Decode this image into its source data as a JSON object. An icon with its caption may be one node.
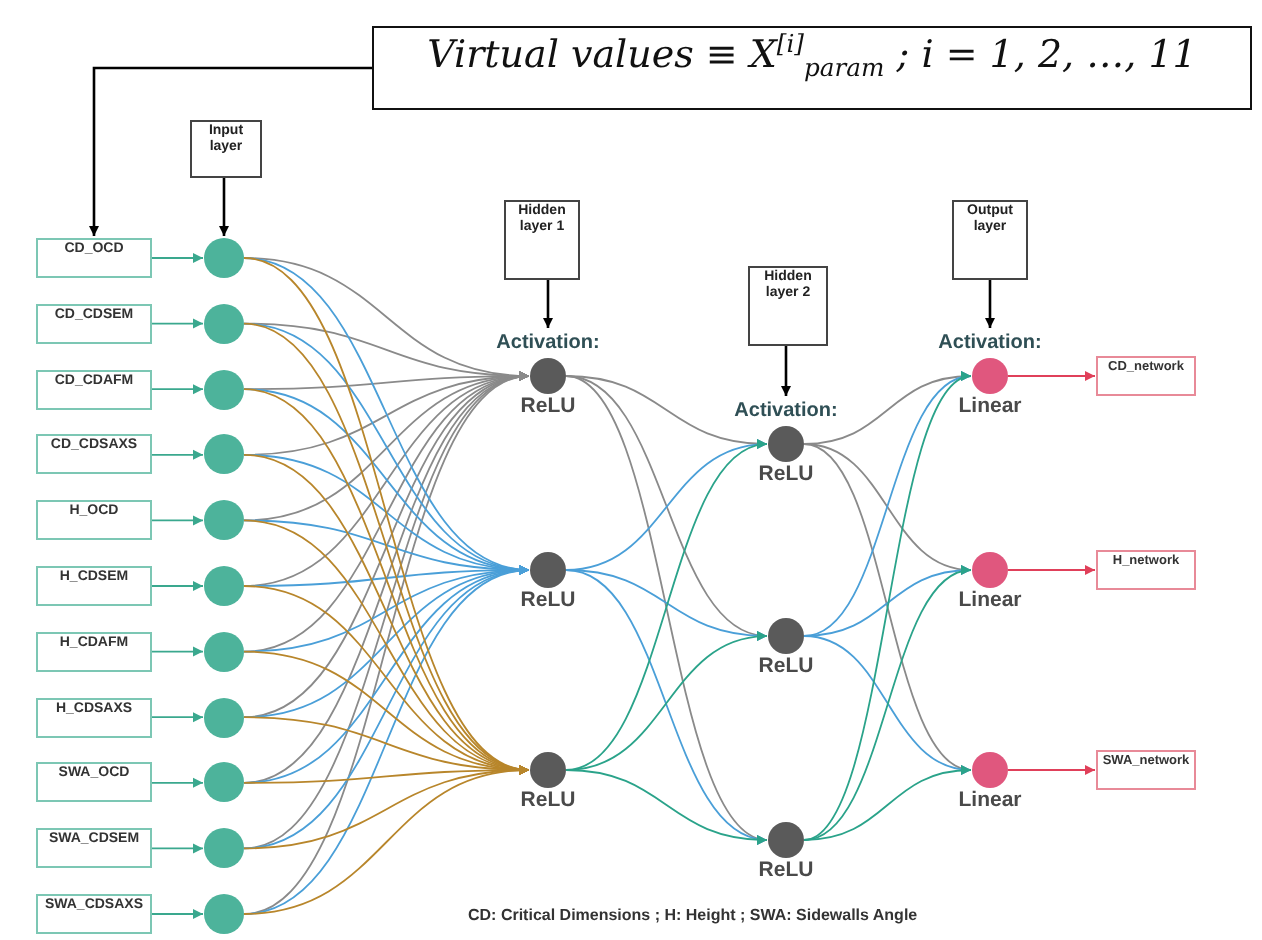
{
  "diagram": {
    "nodes": [
      {
        "text": [
          "Virtual values ≡ X$^{[i]}$$_{param}$ ; i = 1, 2, …, 11"
        ]
      },
      {
        "text": [
          "Input layer"
        ]
      },
      {
        "text": [
          "Hidden layer 1"
        ]
      },
      {
        "text": [
          "Hidden layer 2"
        ]
      },
      {
        "text": [
          "Output layer"
        ]
      },
      {
        "text": [
          "CD_OCD"
        ]
      },
      {
        "text": [
          "CD_CDSEM"
        ]
      },
      {
        "text": [
          "CD_CDAFM"
        ]
      },
      {
        "text": [
          "CD_CDSAXS"
        ]
      },
      {
        "text": [
          "H_OCD"
        ]
      },
      {
        "text": [
          "H_CDSEM"
        ]
      },
      {
        "text": [
          "H_CDAFM"
        ]
      },
      {
        "text": [
          "H_CDSAXS"
        ]
      },
      {
        "text": [
          "SWA_OCD"
        ]
      },
      {
        "text": [
          "SWA_CDSEM"
        ]
      },
      {
        "text": [
          "SWA_CDSAXS"
        ]
      },
      {
        "text": [],
        "shape": "circle"
      },
      {
        "text": [],
        "shape": "circle"
      },
      {
        "text": [],
        "shape": "circle"
      },
      {
        "text": [],
        "shape": "circle"
      },
      {
        "text": [],
        "shape": "circle"
      },
      {
        "text": [],
        "shape": "circle"
      },
      {
        "text": [],
        "shape": "circle"
      },
      {
        "text": [],
        "shape": "circle"
      },
      {
        "text": [],
        "shape": "circle"
      },
      {
        "text": [],
        "shape": "circle"
      },
      {
        "text": [],
        "shape": "circle"
      },
      {
        "text": [],
        "shape": "circle",
        "beside": [
          "Activation:",
          "ReLU"
        ]
      },
      {
        "text": [],
        "shape": "circle",
        "beside": [
          "ReLU"
        ]
      },
      {
        "text": [],
        "shape": "circle",
        "beside": [
          "ReLU"
        ]
      },
      {
        "text": [],
        "shape": "circle",
        "beside": [
          "Activation:",
          "ReLU"
        ]
      },
      {
        "text": [],
        "shape": "circle",
        "beside": [
          "ReLU"
        ]
      },
      {
        "text": [],
        "shape": "circle",
        "beside": [
          "ReLU"
        ]
      },
      {
        "text": [],
        "shape": "circle",
        "beside": [
          "Activation:",
          "Linear"
        ]
      },
      {
        "text": [],
        "shape": "circle",
        "beside": [
          "Linear"
        ]
      },
      {
        "text": [],
        "shape": "circle",
        "beside": [
          "Linear"
        ]
      },
      {
        "text": [
          "CD_network"
        ]
      },
      {
        "text": [
          "H_network"
        ]
      },
      {
        "text": [
          "SWA_network"
        ]
      }
    ],
    "edges": [
      {
        "from": 0,
        "to": 5,
        "arrow": "to",
        "color": "#000000"
      },
      {
        "from": 1,
        "to": 16,
        "arrow": "to",
        "color": "#000000"
      },
      {
        "from": 2,
        "to": 27,
        "arrow": "to",
        "color": "#000000"
      },
      {
        "from": 3,
        "to": 30,
        "arrow": "to",
        "color": "#000000"
      },
      {
        "from": 4,
        "to": 33,
        "arrow": "to",
        "color": "#000000"
      },
      {
        "from": 5,
        "to": 16,
        "arrow": "to",
        "color": "#3aa88e"
      },
      {
        "from": 6,
        "to": 17,
        "arrow": "to",
        "color": "#3aa88e"
      },
      {
        "from": 7,
        "to": 18,
        "arrow": "to",
        "color": "#3aa88e"
      },
      {
        "from": 8,
        "to": 19,
        "arrow": "to",
        "color": "#3aa88e"
      },
      {
        "from": 9,
        "to": 20,
        "arrow": "to",
        "color": "#3aa88e"
      },
      {
        "from": 10,
        "to": 21,
        "arrow": "to",
        "color": "#3aa88e"
      },
      {
        "from": 11,
        "to": 22,
        "arrow": "to",
        "color": "#3aa88e"
      },
      {
        "from": 12,
        "to": 23,
        "arrow": "to",
        "color": "#3aa88e"
      },
      {
        "from": 13,
        "to": 24,
        "arrow": "to",
        "color": "#3aa88e"
      },
      {
        "from": 14,
        "to": 25,
        "arrow": "to",
        "color": "#3aa88e"
      },
      {
        "from": 15,
        "to": 26,
        "arrow": "to",
        "color": "#3aa88e"
      },
      {
        "from": 16,
        "to": 27,
        "arrow": "to",
        "color": "#8a8a8a"
      },
      {
        "from": 17,
        "to": 27,
        "arrow": "to",
        "color": "#8a8a8a"
      },
      {
        "from": 18,
        "to": 27,
        "arrow": "to",
        "color": "#8a8a8a"
      },
      {
        "from": 19,
        "to": 27,
        "arrow": "to",
        "color": "#8a8a8a"
      },
      {
        "from": 20,
        "to": 27,
        "arrow": "to",
        "color": "#8a8a8a"
      },
      {
        "from": 21,
        "to": 27,
        "arrow": "to",
        "color": "#8a8a8a"
      },
      {
        "from": 22,
        "to": 27,
        "arrow": "to",
        "color": "#8a8a8a"
      },
      {
        "from": 23,
        "to": 27,
        "arrow": "to",
        "color": "#8a8a8a"
      },
      {
        "from": 24,
        "to": 27,
        "arrow": "to",
        "color": "#8a8a8a"
      },
      {
        "from": 25,
        "to": 27,
        "arrow": "to",
        "color": "#8a8a8a"
      },
      {
        "from": 26,
        "to": 27,
        "arrow": "to",
        "color": "#8a8a8a"
      },
      {
        "from": 16,
        "to": 28,
        "arrow": "to",
        "color": "#4a9fd8"
      },
      {
        "from": 17,
        "to": 28,
        "arrow": "to",
        "color": "#4a9fd8"
      },
      {
        "from": 18,
        "to": 28,
        "arrow": "to",
        "color": "#4a9fd8"
      },
      {
        "from": 19,
        "to": 28,
        "arrow": "to",
        "color": "#4a9fd8"
      },
      {
        "from": 20,
        "to": 28,
        "arrow": "to",
        "color": "#4a9fd8"
      },
      {
        "from": 21,
        "to": 28,
        "arrow": "to",
        "color": "#4a9fd8"
      },
      {
        "from": 22,
        "to": 28,
        "arrow": "to",
        "color": "#4a9fd8"
      },
      {
        "from": 23,
        "to": 28,
        "arrow": "to",
        "color": "#4a9fd8"
      },
      {
        "from": 24,
        "to": 28,
        "arrow": "to",
        "color": "#4a9fd8"
      },
      {
        "from": 25,
        "to": 28,
        "arrow": "to",
        "color": "#4a9fd8"
      },
      {
        "from": 26,
        "to": 28,
        "arrow": "to",
        "color": "#4a9fd8"
      },
      {
        "from": 16,
        "to": 29,
        "arrow": "to",
        "color": "#b8862b"
      },
      {
        "from": 17,
        "to": 29,
        "arrow": "to",
        "color": "#b8862b"
      },
      {
        "from": 18,
        "to": 29,
        "arrow": "to",
        "color": "#b8862b"
      },
      {
        "from": 19,
        "to": 29,
        "arrow": "to",
        "color": "#b8862b"
      },
      {
        "from": 20,
        "to": 29,
        "arrow": "to",
        "color": "#b8862b"
      },
      {
        "from": 21,
        "to": 29,
        "arrow": "to",
        "color": "#b8862b"
      },
      {
        "from": 22,
        "to": 29,
        "arrow": "to",
        "color": "#b8862b"
      },
      {
        "from": 23,
        "to": 29,
        "arrow": "to",
        "color": "#b8862b"
      },
      {
        "from": 24,
        "to": 29,
        "arrow": "to",
        "color": "#b8862b"
      },
      {
        "from": 25,
        "to": 29,
        "arrow": "to",
        "color": "#b8862b"
      },
      {
        "from": 26,
        "to": 29,
        "arrow": "to",
        "color": "#b8862b"
      },
      {
        "from": 27,
        "to": 30,
        "arrow": "to",
        "color": "#8a8a8a"
      },
      {
        "from": 27,
        "to": 31,
        "arrow": "to",
        "color": "#8a8a8a"
      },
      {
        "from": 27,
        "to": 32,
        "arrow": "to",
        "color": "#8a8a8a"
      },
      {
        "from": 28,
        "to": 30,
        "arrow": "to",
        "color": "#4a9fd8"
      },
      {
        "from": 28,
        "to": 31,
        "arrow": "to",
        "color": "#4a9fd8"
      },
      {
        "from": 28,
        "to": 32,
        "arrow": "to",
        "color": "#4a9fd8"
      },
      {
        "from": 29,
        "to": 30,
        "arrow": "to",
        "color": "#2aa38a"
      },
      {
        "from": 29,
        "to": 31,
        "arrow": "to",
        "color": "#2aa38a"
      },
      {
        "from": 29,
        "to": 32,
        "arrow": "to",
        "color": "#2aa38a"
      },
      {
        "from": 30,
        "to": 33,
        "arrow": "to",
        "color": "#8a8a8a"
      },
      {
        "from": 30,
        "to": 34,
        "arrow": "to",
        "color": "#8a8a8a"
      },
      {
        "from": 30,
        "to": 35,
        "arrow": "to",
        "color": "#8a8a8a"
      },
      {
        "from": 31,
        "to": 33,
        "arrow": "to",
        "color": "#4a9fd8"
      },
      {
        "from": 31,
        "to": 34,
        "arrow": "to",
        "color": "#4a9fd8"
      },
      {
        "from": 31,
        "to": 35,
        "arrow": "to",
        "color": "#4a9fd8"
      },
      {
        "from": 32,
        "to": 33,
        "arrow": "to",
        "color": "#2aa38a"
      },
      {
        "from": 32,
        "to": 34,
        "arrow": "to",
        "color": "#2aa38a"
      },
      {
        "from": 32,
        "to": 35,
        "arrow": "to",
        "color": "#2aa38a"
      },
      {
        "from": 33,
        "to": 36,
        "arrow": "to",
        "color": "#e0405a"
      },
      {
        "from": 34,
        "to": 37,
        "arrow": "to",
        "color": "#e0405a"
      },
      {
        "from": 35,
        "to": 38,
        "arrow": "to",
        "color": "#e0405a"
      }
    ],
    "labels": [
      "CD: Critical Dimensions ; H: Height ; SWA: Sidewalls Angle"
    ]
  }
}
